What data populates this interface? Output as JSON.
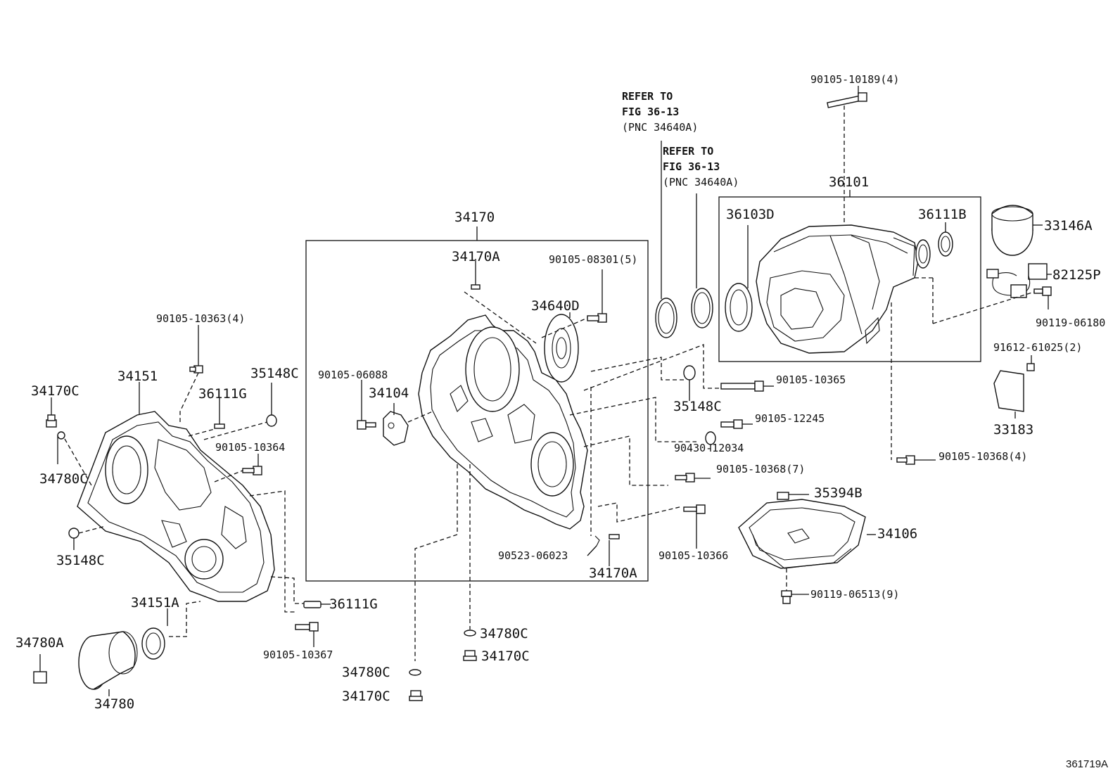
{
  "figure_id": "361719A",
  "notes": {
    "refer_a": {
      "line1": "REFER TO",
      "line2": "FIG 36-13",
      "line3": "(PNC 34640A)"
    },
    "refer_b": {
      "line1": "REFER TO",
      "line2": "FIG 36-13",
      "line3": "(PNC 34640A)"
    }
  },
  "labels": {
    "p90105_10189": "90105-10189(4)",
    "p36101": "36101",
    "p36103D": "36103D",
    "p36111B": "36111B",
    "p33146A": "33146A",
    "p82125P": "82125P",
    "p90119_06180": "90119-06180",
    "p91612_61025": "91612-61025(2)",
    "p33183": "33183",
    "p34170": "34170",
    "p34170A_top": "34170A",
    "p90105_08301": "90105-08301(5)",
    "p34640D": "34640D",
    "p90105_06088": "90105-06088",
    "p34104": "34104",
    "p90105_10365": "90105-10365",
    "p35148C_mid": "35148C",
    "p90105_12245": "90105-12245",
    "p90430_12034": "90430-12034",
    "p90105_10368_4": "90105-10368(4)",
    "p90105_10368_7": "90105-10368(7)",
    "p35394B": "35394B",
    "p34106": "34106",
    "p90105_10366": "90105-10366",
    "p90523_06023": "90523-06023",
    "p34170A_bot": "34170A",
    "p90119_06513": "90119-06513(9)",
    "p90105_10363": "90105-10363(4)",
    "p34151": "34151",
    "p35148C_top": "35148C",
    "p36111G_top": "36111G",
    "p34170C_left": "34170C",
    "p90105_10364": "90105-10364",
    "p34780C_left": "34780C",
    "p35148C_left": "35148C",
    "p36111G_bot": "36111G",
    "p34151A": "34151A",
    "p90105_10367": "90105-10367",
    "p34780A": "34780A",
    "p34780": "34780",
    "p34780C_mid": "34780C",
    "p34170C_mid": "34170C",
    "p34780C_low": "34780C",
    "p34170C_low": "34170C"
  }
}
